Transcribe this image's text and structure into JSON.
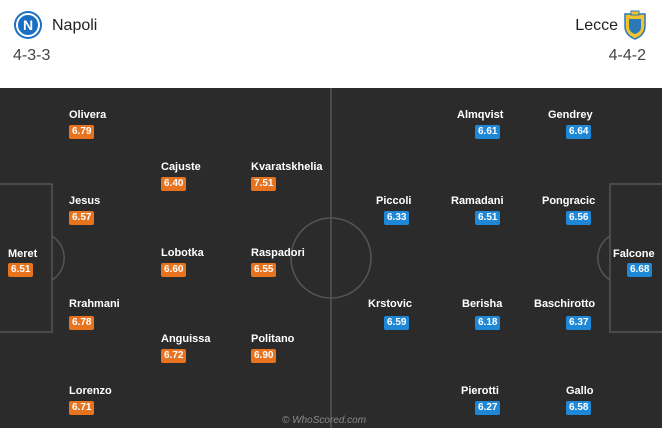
{
  "home": {
    "name": "Napoli",
    "formation": "4-3-3",
    "color": "#e8731f",
    "crest_icon": "napoli-crest",
    "players": [
      {
        "name": "Olivera",
        "rating": "6.79"
      },
      {
        "name": "Cajuste",
        "rating": "6.40"
      },
      {
        "name": "Kvaratskhelia",
        "rating": "7.51"
      },
      {
        "name": "Jesus",
        "rating": "6.57"
      },
      {
        "name": "Meret",
        "rating": "6.51"
      },
      {
        "name": "Lobotka",
        "rating": "6.60"
      },
      {
        "name": "Raspadori",
        "rating": "6.55"
      },
      {
        "name": "Rrahmani",
        "rating": "6.78"
      },
      {
        "name": "Anguissa",
        "rating": "6.72"
      },
      {
        "name": "Politano",
        "rating": "6.90"
      },
      {
        "name": "Lorenzo",
        "rating": "6.71"
      }
    ]
  },
  "away": {
    "name": "Lecce",
    "formation": "4-4-2",
    "color": "#1e88d6",
    "crest_icon": "lecce-crest",
    "players": [
      {
        "name": "Almqvist",
        "rating": "6.61"
      },
      {
        "name": "Gendrey",
        "rating": "6.64"
      },
      {
        "name": "Piccoli",
        "rating": "6.33"
      },
      {
        "name": "Ramadani",
        "rating": "6.51"
      },
      {
        "name": "Pongracic",
        "rating": "6.56"
      },
      {
        "name": "Falcone",
        "rating": "6.68"
      },
      {
        "name": "Krstovic",
        "rating": "6.59"
      },
      {
        "name": "Berisha",
        "rating": "6.18"
      },
      {
        "name": "Baschirotto",
        "rating": "6.37"
      },
      {
        "name": "Pierotti",
        "rating": "6.27"
      },
      {
        "name": "Gallo",
        "rating": "6.58"
      }
    ]
  },
  "watermark": "© WhoScored.com"
}
